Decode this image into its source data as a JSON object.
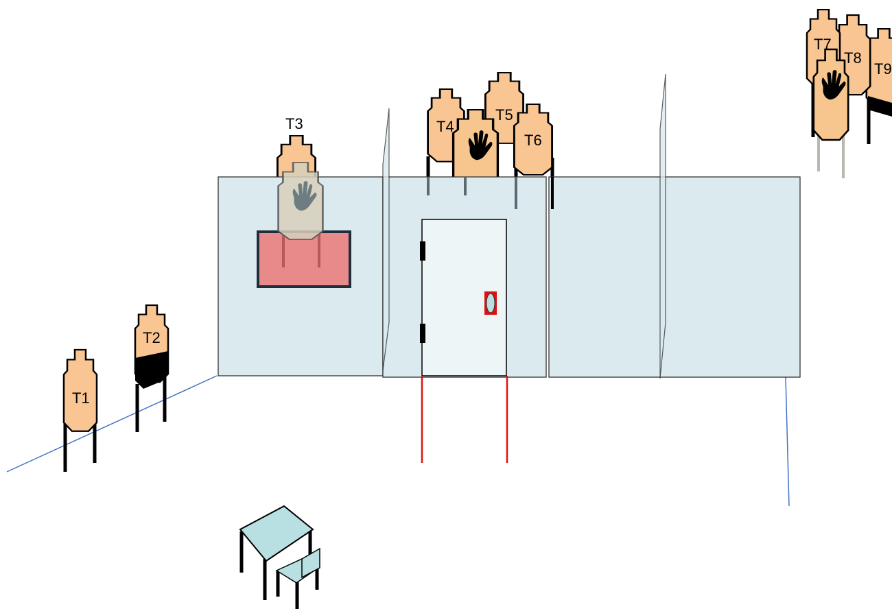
{
  "diagram": {
    "targets": [
      {
        "id": "T1",
        "label": "T1"
      },
      {
        "id": "T2",
        "label": "T2"
      },
      {
        "id": "T3",
        "label": "T3"
      },
      {
        "id": "T4",
        "label": "T4"
      },
      {
        "id": "T5",
        "label": "T5"
      },
      {
        "id": "T6",
        "label": "T6"
      },
      {
        "id": "T7",
        "label": "T7"
      },
      {
        "id": "T8",
        "label": "T8"
      },
      {
        "id": "T9",
        "label": "T9"
      }
    ],
    "no_shoot_icon": "hand-icon",
    "colors": {
      "target": "#f9c592",
      "wall": "#dbeaef",
      "door": "#eef5f6",
      "window": "#e88a8a",
      "fault_line": "#e01010",
      "boundary_line": "#4472c4",
      "table": "#b8dfe2"
    }
  }
}
